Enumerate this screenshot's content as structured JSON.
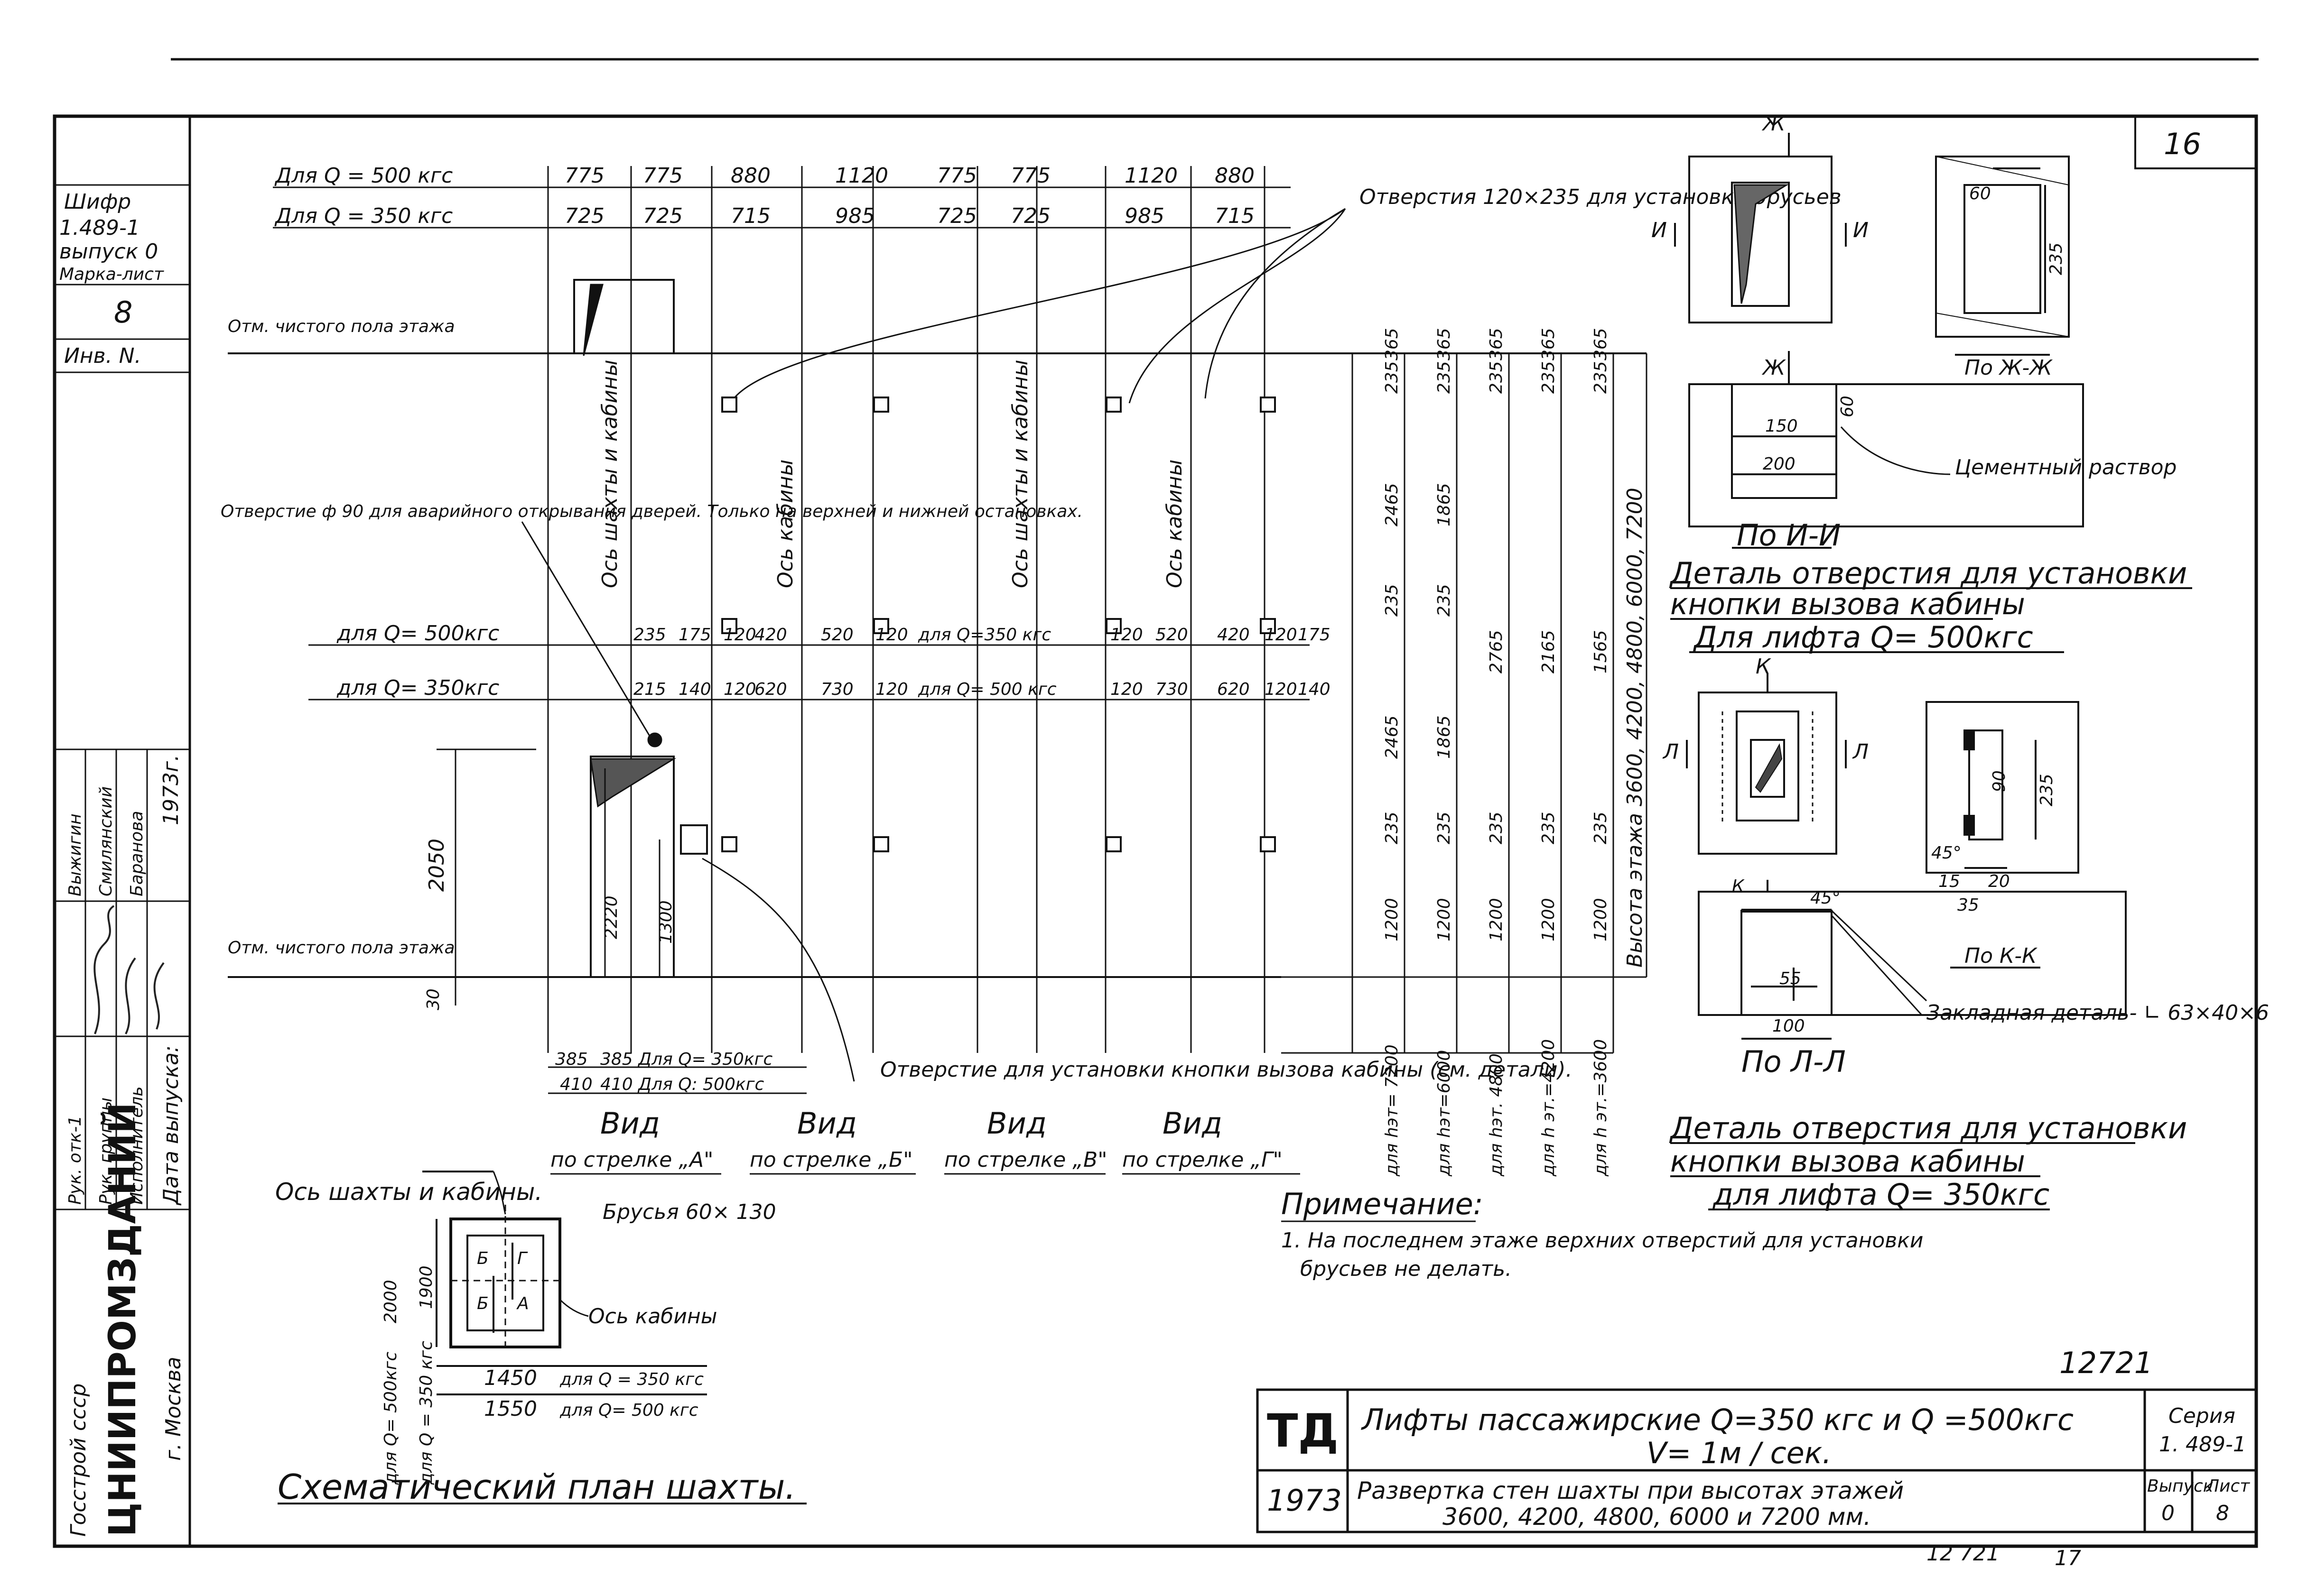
{
  "sheet": {
    "sheet_tag": "16",
    "left_stamp": {
      "code_label": "Шифр",
      "code_value": "1.489-1",
      "issue": "выпуск 0",
      "mark_label": "Марка-лист",
      "mark_value": "8",
      "inv_label": "Инв. N.",
      "roles": [
        "Рук. отк-1",
        "Рук. группы",
        "Исполнитель"
      ],
      "names": [
        "Выжигин",
        "Смилянский",
        "Баранова"
      ],
      "year": "1973г.",
      "date_label": "Дата выпуска:",
      "org_top": "Госстрой ссср",
      "org_name": "ЦНИИПРОМЗДАНИЙ",
      "city": "г. Москва"
    },
    "elevation": {
      "row_500_label": "Для Q = 500 кгс",
      "row_350_label": "Для Q = 350 кгс",
      "top_dims_500": [
        "775",
        "775",
        "880",
        "1120",
        "775",
        "775",
        "1120",
        "880"
      ],
      "top_dims_350": [
        "725",
        "725",
        "715",
        "985",
        "725",
        "725",
        "985",
        "715"
      ],
      "floor_level_top": "Отм. чистого пола этажа",
      "floor_level_bottom": "Отм. чистого пола этажа",
      "axis_labels": [
        "Ось шахты и кабины",
        "Ось кабины",
        "Ось шахты и кабины",
        "Ось кабины"
      ],
      "holes_note": "Отверстия 120×235 для установки брусьев",
      "emergency_note": "Отверстие ф 90 для аварийного открывания дверей. Только на верхней и нижней остановках.",
      "mid_row_500_label": "для Q= 500кгс",
      "mid_row_350_label": "для Q= 350кгс",
      "mid_dims_500": [
        "235",
        "175",
        "120",
        "420",
        "520",
        "120",
        "для Q=350 кгс",
        "120",
        "520",
        "420",
        "120",
        "175"
      ],
      "mid_dims_350": [
        "215",
        "140",
        "120",
        "620",
        "730",
        "120",
        "для Q= 500 кгс",
        "120",
        "730",
        "620",
        "120",
        "140"
      ],
      "door_dims": [
        "2050",
        "2220",
        "1300",
        "30"
      ],
      "bottom_dims_350": [
        "385",
        "385",
        "Для Q= 350кгс"
      ],
      "bottom_dims_500": [
        "410",
        "410",
        "Для Q: 500кгс"
      ],
      "button_hole_note": "Отверстие для установки кнопки вызова кабины (см. детали).",
      "views": [
        {
          "title": "Вид",
          "sub": "по стрелке „А\""
        },
        {
          "title": "Вид",
          "sub": "по стрелке „Б\""
        },
        {
          "title": "Вид",
          "sub": "по стрелке „В\""
        },
        {
          "title": "Вид",
          "sub": "по стрелке „Г\""
        }
      ],
      "vertical_chains": [
        {
          "values": [
            "235",
            "365",
            "2465",
            "235",
            "2465",
            "235",
            "1200"
          ],
          "footer": "для hэт= 7200"
        },
        {
          "values": [
            "235",
            "365",
            "1865",
            "235",
            "1865",
            "235",
            "1200"
          ],
          "footer": "для hэт=6000"
        },
        {
          "values": [
            "235",
            "365",
            "2765",
            "235",
            "1200"
          ],
          "footer": "для hэт. 4800"
        },
        {
          "values": [
            "235",
            "365",
            "2165",
            "235",
            "1200"
          ],
          "footer": "для h эт.=4200"
        },
        {
          "values": [
            "235",
            "365",
            "1565",
            "235",
            "1200"
          ],
          "footer": "для h эт.=3600"
        }
      ],
      "height_label": "Высота этажа 3600, 4200, 4800, 6000, 7200"
    },
    "detail_500": {
      "cut_marks": [
        "Ж",
        "Ж",
        "И",
        "И"
      ],
      "dims_top": [
        "60",
        "235"
      ],
      "section_ww": "По Ж-Ж",
      "dims_mid": [
        "60",
        "150",
        "200"
      ],
      "mortar": "Цементный раствор",
      "section_ii": "По И-И",
      "caption_1": "Деталь отверстия для установки",
      "caption_2": "кнопки вызова кабины",
      "caption_3": "Для лифта Q= 500кгс"
    },
    "detail_350": {
      "cut_marks": [
        "К",
        "К",
        "Л",
        "Л"
      ],
      "dims_right": [
        "90",
        "235",
        "45°",
        "15",
        "20",
        "35"
      ],
      "section_kk": "По К-К",
      "dims_bottom": [
        "45°",
        "55",
        "100"
      ],
      "embedded": "Закладная деталь- ∟ 63×40×6",
      "section_ll": "По Л-Л",
      "caption_1": "Деталь отверстия для установки",
      "caption_2": "кнопки вызова кабины",
      "caption_3": "для лифта Q= 350кгс"
    },
    "plan": {
      "axis_label": "Ось шахты и кабины.",
      "beams": "Брусья 60× 130",
      "cab_axis": "Ось кабины",
      "letters": [
        "Б",
        "Г",
        "Б",
        "А"
      ],
      "dims_v": [
        "2000",
        "1900"
      ],
      "dims_v_labels": [
        "для Q= 500кгс",
        "для Q = 350 кгс"
      ],
      "dims_h": [
        {
          "value": "1450",
          "label": "для Q = 350 кгс"
        },
        {
          "value": "1550",
          "label": "для Q= 500 кгс"
        }
      ],
      "title": "Схематический план шахты."
    },
    "note": {
      "title": "Примечание:",
      "text_1": "1. На последнем этаже верхних отверстий для установки",
      "text_2": "брусьев не делать."
    },
    "title_block": {
      "number": "12721",
      "td": "ТД",
      "year": "1973",
      "title_1": "Лифты пассажирские Q=350 кгс и Q =500кгс",
      "title_2": "V= 1м / сек.",
      "subtitle_1": "Развертка стен шахты при высотах этажей",
      "subtitle_2": "3600, 4200, 4800, 6000 и 7200 мм.",
      "series_label": "Серия",
      "series_value": "1. 489-1",
      "issue_label": "Выпуск",
      "issue_value": "0",
      "sheet_label": "Лист",
      "sheet_value": "8",
      "foot_number": "12 721",
      "foot_page": "17"
    }
  }
}
